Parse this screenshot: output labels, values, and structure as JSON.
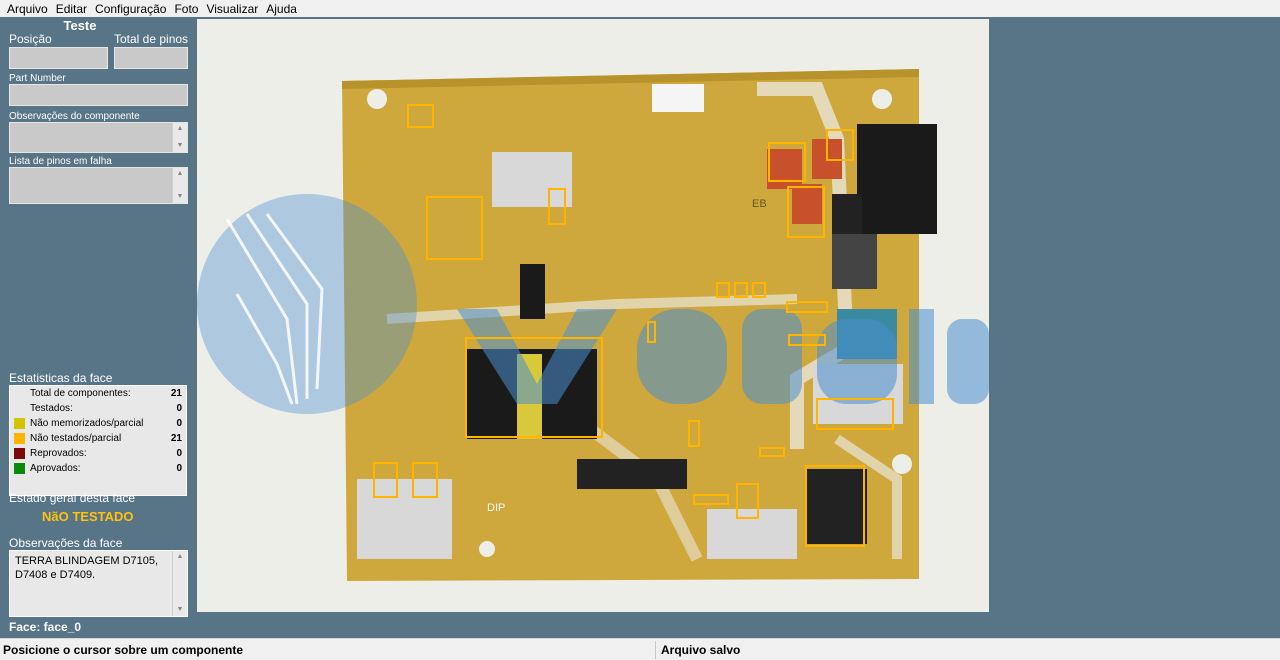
{
  "menu": [
    "Arquivo",
    "Editar",
    "Configuração",
    "Foto",
    "Visualizar",
    "Ajuda"
  ],
  "panel": {
    "title": "Teste",
    "position_label": "Posição",
    "total_pins_label": "Total de pinos",
    "part_number_label": "Part Number",
    "component_obs_label": "Observações do componente",
    "failed_pins_label": "Lista de pinos em falha",
    "face_stats_label": "Estatisticas da face",
    "stats": [
      {
        "label": "Total de componentes:",
        "value": "21",
        "color": ""
      },
      {
        "label": "Testados:",
        "value": "0",
        "color": ""
      },
      {
        "label": "Não memorizados/parcial",
        "value": "0",
        "color": "#d4c400"
      },
      {
        "label": "Não testados/parcial",
        "value": "21",
        "color": "#ffb400"
      },
      {
        "label": "Reprovados:",
        "value": "0",
        "color": "#7a0a0a"
      },
      {
        "label": "Aprovados:",
        "value": "0",
        "color": "#0a8a0a"
      }
    ],
    "general_state_label": "Estado geral desta face",
    "general_state_value": "NãO TESTADO",
    "face_obs_label": "Observações da face",
    "face_obs_text": "TERRA BLINDAGEM D7105, D7408 e D7409.",
    "face_label": "Face: face_0"
  },
  "viewer": {
    "watermark": "versis",
    "pcb_color": "#cfa83d",
    "highlight_color": "#ffb400",
    "silk_labels": [
      "DIP",
      "EB"
    ]
  },
  "status": {
    "left": "Posicione o cursor sobre um componente",
    "right": "Arquivo salvo"
  }
}
